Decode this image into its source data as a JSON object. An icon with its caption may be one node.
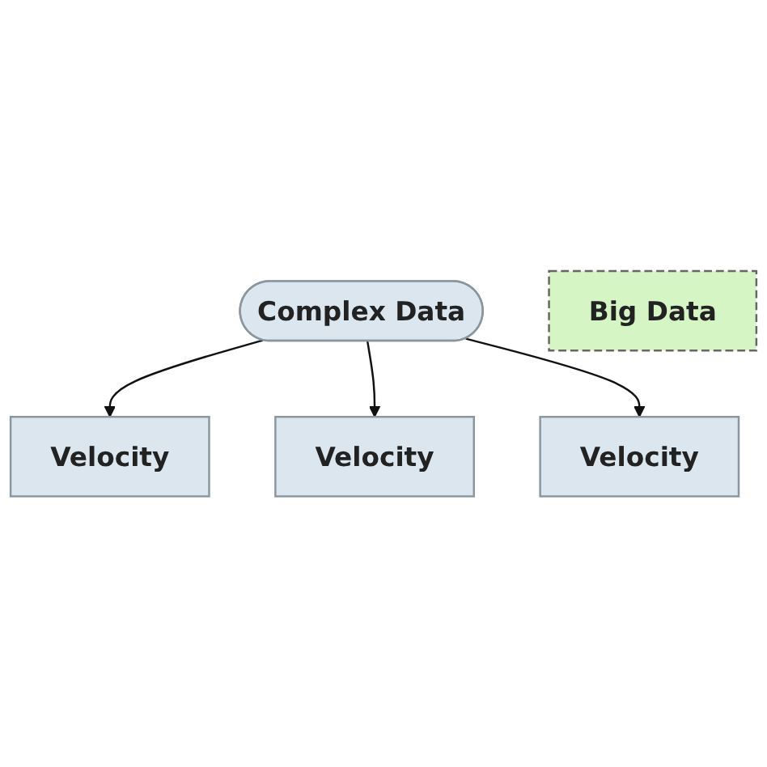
{
  "diagram": {
    "nodes": [
      {
        "text": [
          "Complex Data"
        ]
      },
      {
        "text": [
          "Velocity"
        ]
      },
      {
        "text": [
          "Velocity"
        ]
      },
      {
        "text": [
          "Velocity"
        ]
      },
      {
        "text": [
          "Big Data"
        ]
      }
    ],
    "edges": [
      {
        "from": 0,
        "to": 1,
        "arrow": "to"
      },
      {
        "from": 0,
        "to": 2,
        "arrow": "to"
      },
      {
        "from": 0,
        "to": 3,
        "arrow": "to"
      }
    ]
  }
}
